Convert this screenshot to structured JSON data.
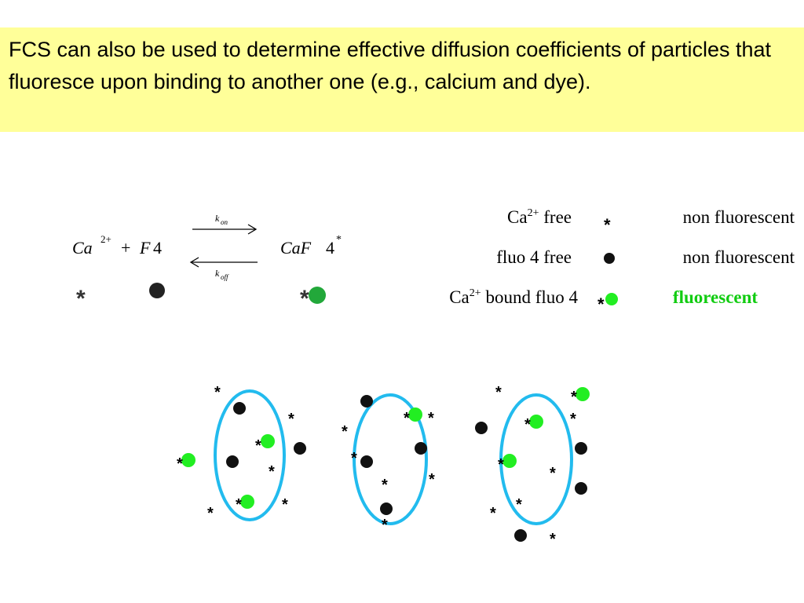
{
  "header": {
    "text": "FCS can also be used to determine effective diffusion coefficients of particles that fluoresce upon binding to another one (e.g., calcium and dye)."
  },
  "reaction": {
    "reactant_1": "Ca",
    "reactant_1_sup": "2+",
    "plus": "+",
    "reactant_2": "F",
    "reactant_2_num": "4",
    "product": "CaF",
    "product_num": "4",
    "product_sup": "*",
    "k_forward": "k",
    "k_forward_sub": "on",
    "k_backward": "k",
    "k_backward_sub": "off",
    "calcium_symbol": "*"
  },
  "legend": [
    {
      "species": "Ca",
      "species_sup": "2+",
      "species_rest": "free",
      "symbol": "*",
      "property": "non fluorescent",
      "color": "#000000"
    },
    {
      "species": "fluo 4 free",
      "species_sup": "",
      "species_rest": "",
      "symbol": "dot",
      "property": "non fluorescent",
      "color": "#000000"
    },
    {
      "species": "Ca",
      "species_sup": "2+",
      "species_rest": "bound fluo 4",
      "symbol": "*",
      "property": "fluorescent",
      "color": "#11cc11"
    }
  ],
  "colors": {
    "header_bg": "#ffff99",
    "ellipse": "#22bbee",
    "green_dot": "#22ee22",
    "black_dot": "#111111",
    "fluorescent_text": "#11cc11"
  },
  "star": "*"
}
